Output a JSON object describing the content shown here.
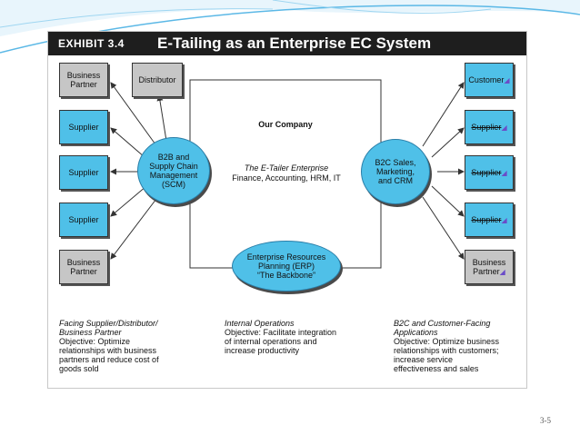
{
  "header": {
    "exhibit_number": "EXHIBIT 3.4",
    "title": "E-Tailing as an Enterprise EC System"
  },
  "left_boxes": [
    {
      "label_1": "Business",
      "label_2": "Partner"
    },
    {
      "label_1": "Supplier",
      "label_2": ""
    },
    {
      "label_1": "Supplier",
      "label_2": ""
    },
    {
      "label_1": "Supplier",
      "label_2": ""
    },
    {
      "label_1": "Business",
      "label_2": "Partner"
    }
  ],
  "distributor": {
    "label": "Distributor"
  },
  "right_boxes": [
    {
      "label_1": "Customer",
      "label_2": ""
    },
    {
      "label_1": "Supplier",
      "label_2": ""
    },
    {
      "label_1": "Supplier",
      "label_2": ""
    },
    {
      "label_1": "Supplier",
      "label_2": ""
    },
    {
      "label_1": "Business",
      "label_2": "Partner"
    }
  ],
  "center": {
    "company": "Our Company",
    "enterprise_title": "The E-Tailer Enterprise",
    "enterprise_functions": "Finance, Accounting, HRM, IT"
  },
  "scm_circle": {
    "line_1": "B2B and",
    "line_2": "Supply Chain",
    "line_3": "Management",
    "line_4": "(SCM)"
  },
  "crm_circle": {
    "line_1": "B2C Sales,",
    "line_2": "Marketing,",
    "line_3": "and CRM"
  },
  "erp_circle": {
    "line_1": "Enterprise Resources",
    "line_2": "Planning (ERP)",
    "line_3": "“The Backbone”"
  },
  "captions": {
    "left": {
      "heading_1": "Facing Supplier/Distributor/",
      "heading_2": "Business Partner",
      "body_1": "Objective: Optimize",
      "body_2": "relationships with business",
      "body_3": "partners and reduce cost of",
      "body_4": "goods sold"
    },
    "middle": {
      "heading_1": "Internal Operations",
      "body_1": "Objective: Facilitate integration",
      "body_2": "of internal operations and",
      "body_3": "increase productivity"
    },
    "right": {
      "heading_1": "B2C and Customer-Facing",
      "heading_2": "Applications",
      "body_1": "Objective: Optimize business",
      "body_2": "relationships with customers;",
      "body_3": "increase service",
      "body_4": "effectiveness and sales"
    }
  },
  "page_number": "3-5",
  "colors": {
    "circle_blue": "#4fc0e8",
    "box_gray": "#c6c6c6",
    "title_bar": "#1e1e1e",
    "slide_accent": "#5bb8e6"
  }
}
